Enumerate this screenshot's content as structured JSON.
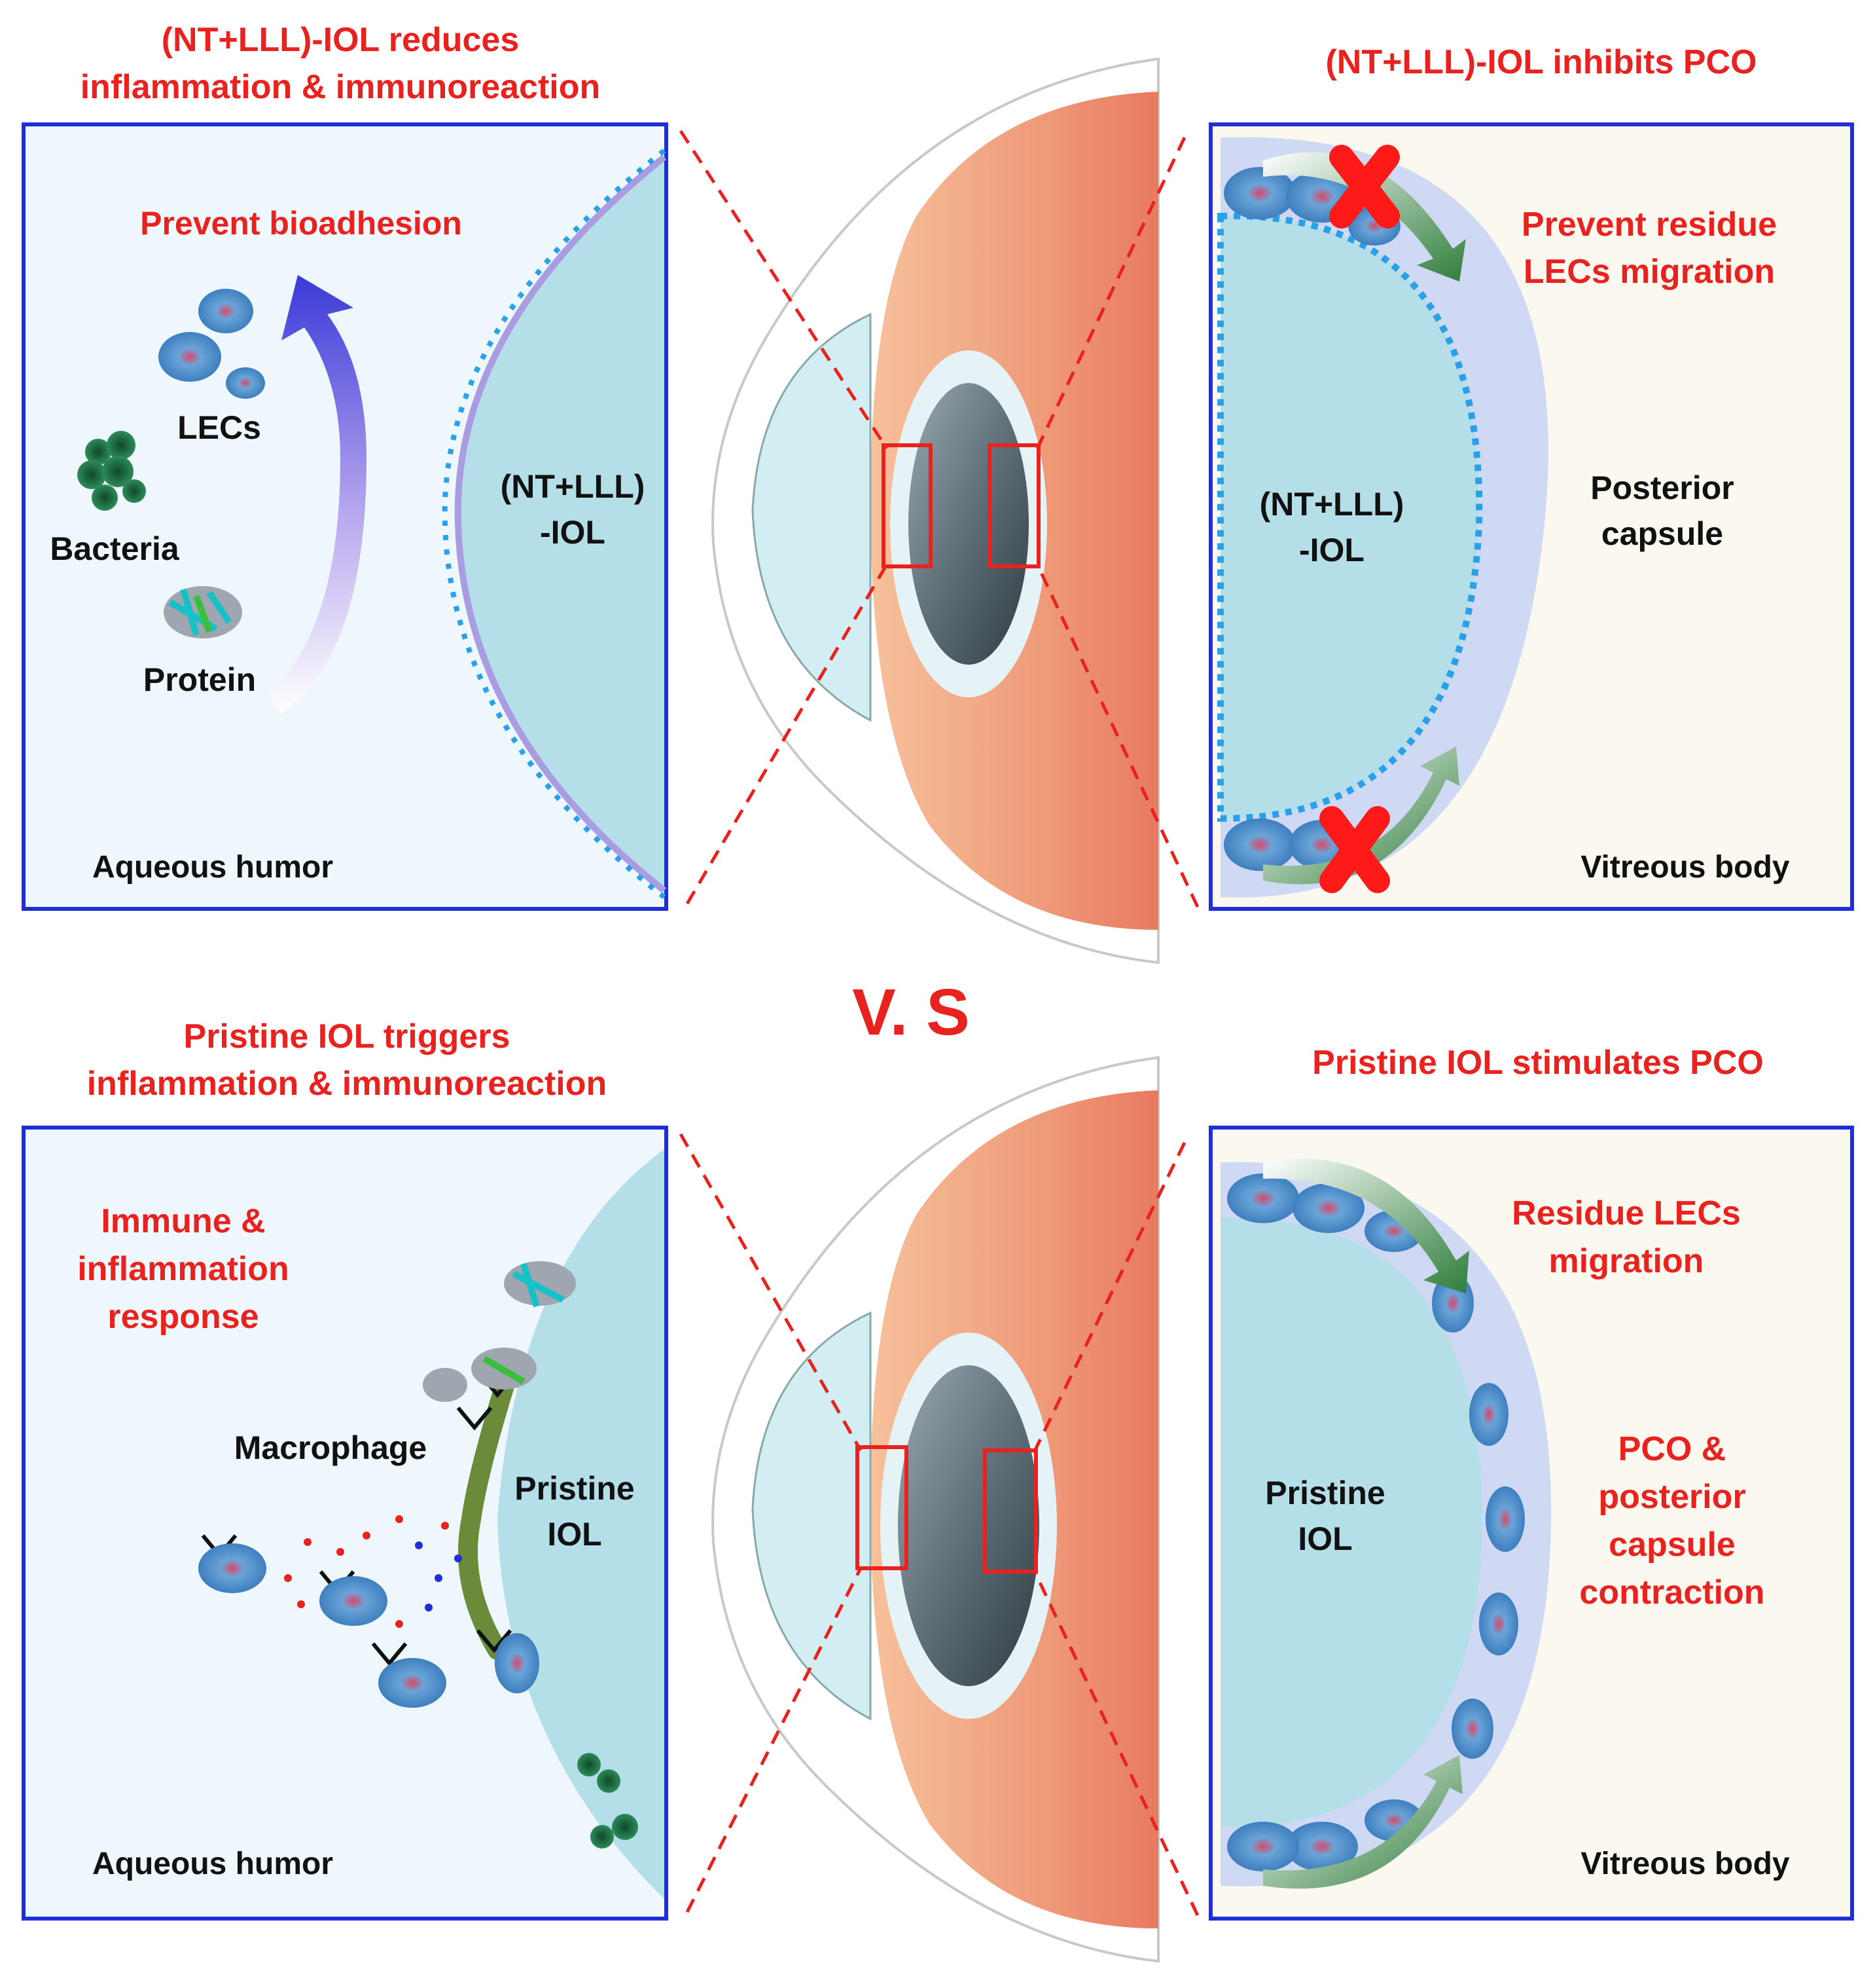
{
  "top": {
    "left_title_line1": "(NT+LLL)-IOL reduces",
    "left_title_line2": "inflammation & immunoreaction",
    "right_title": "(NT+LLL)-IOL inhibits PCO",
    "left_panel": {
      "prevent_label": "Prevent bioadhesion",
      "lecs": "LECs",
      "bacteria": "Bacteria",
      "protein": "Protein",
      "iol_line1": "(NT+LLL)",
      "iol_line2": "-IOL",
      "aqueous": "Aqueous humor"
    },
    "right_panel": {
      "prevent_line1": "Prevent residue",
      "prevent_line2": "LECs migration",
      "iol_line1": "(NT+LLL)",
      "iol_line2": "-IOL",
      "posterior_line1": "Posterior",
      "posterior_line2": "capsule",
      "vitreous": "Vitreous body"
    }
  },
  "vs": "V. S",
  "bottom": {
    "left_title_line1": "Pristine IOL triggers",
    "left_title_line2": "inflammation & immunoreaction",
    "right_title": "Pristine IOL stimulates PCO",
    "left_panel": {
      "immune_line1": "Immune &",
      "immune_line2": "inflammation",
      "immune_line3": "response",
      "macrophage": "Macrophage",
      "iol_line1": "Pristine",
      "iol_line2": "IOL",
      "aqueous": "Aqueous humor"
    },
    "right_panel": {
      "residue_line1": "Residue LECs",
      "residue_line2": "migration",
      "pco_line1": "PCO &",
      "pco_line2": "posterior",
      "pco_line3": "capsule",
      "pco_line4": "contraction",
      "iol_line1": "Pristine",
      "iol_line2": "IOL",
      "vitreous": "Vitreous body"
    }
  },
  "colors": {
    "label_red": "#e8231f",
    "frame_blue": "#1f2fd8",
    "iol_fill": "#b5dfe8",
    "panel_fill": "#eef7fb",
    "right_panel_fill": "#fbf8f0"
  }
}
